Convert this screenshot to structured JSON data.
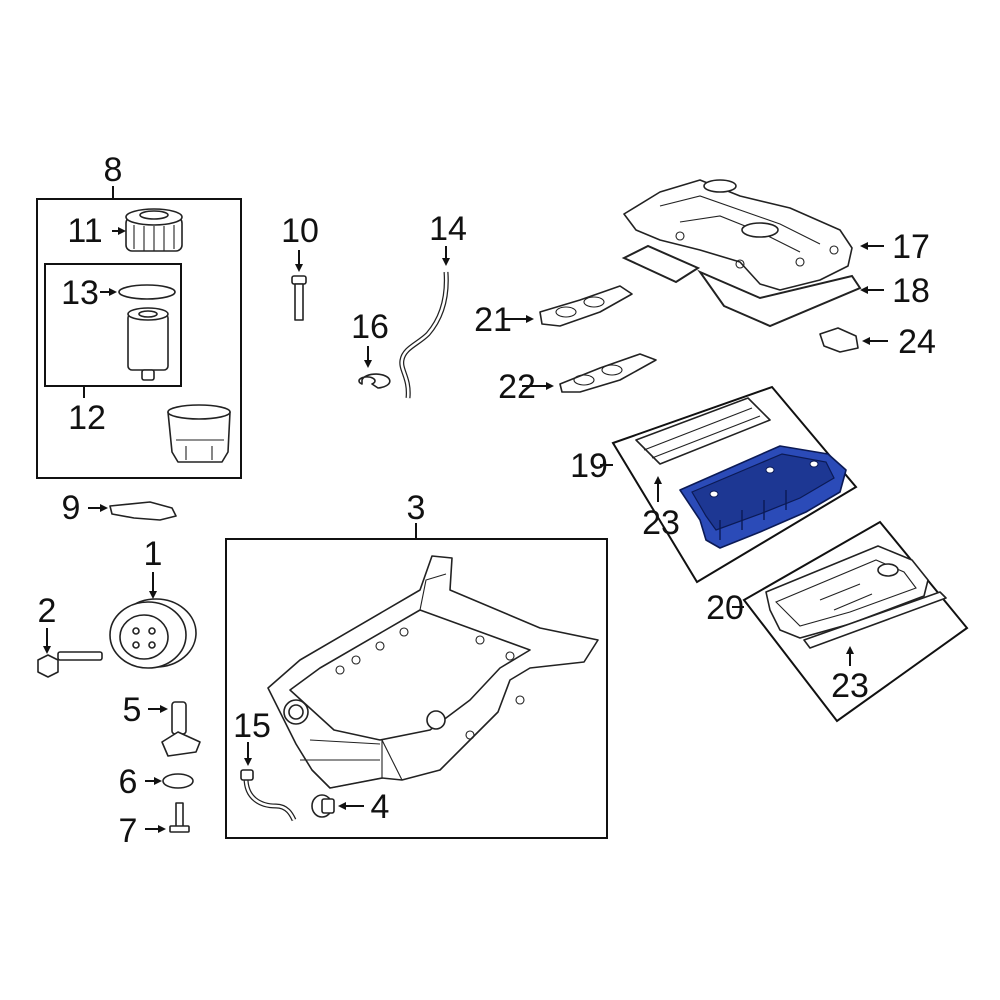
{
  "diagram": {
    "callouts": [
      {
        "id": "1",
        "text": "1"
      },
      {
        "id": "2",
        "text": "2"
      },
      {
        "id": "3",
        "text": "3"
      },
      {
        "id": "4",
        "text": "4"
      },
      {
        "id": "5",
        "text": "5"
      },
      {
        "id": "6",
        "text": "6"
      },
      {
        "id": "7",
        "text": "7"
      },
      {
        "id": "8",
        "text": "8"
      },
      {
        "id": "9",
        "text": "9"
      },
      {
        "id": "10",
        "text": "10"
      },
      {
        "id": "11",
        "text": "11"
      },
      {
        "id": "12",
        "text": "12"
      },
      {
        "id": "13",
        "text": "13"
      },
      {
        "id": "14",
        "text": "14"
      },
      {
        "id": "15",
        "text": "15"
      },
      {
        "id": "16",
        "text": "16"
      },
      {
        "id": "17",
        "text": "17"
      },
      {
        "id": "18",
        "text": "18"
      },
      {
        "id": "19",
        "text": "19"
      },
      {
        "id": "20",
        "text": "20"
      },
      {
        "id": "21",
        "text": "21"
      },
      {
        "id": "22",
        "text": "22"
      },
      {
        "id": "23a",
        "text": "23"
      },
      {
        "id": "23b",
        "text": "23"
      },
      {
        "id": "24",
        "text": "24"
      }
    ],
    "highlight_color": "#2b4bb8",
    "line_color": "#111111",
    "highlighted_part": "23"
  }
}
